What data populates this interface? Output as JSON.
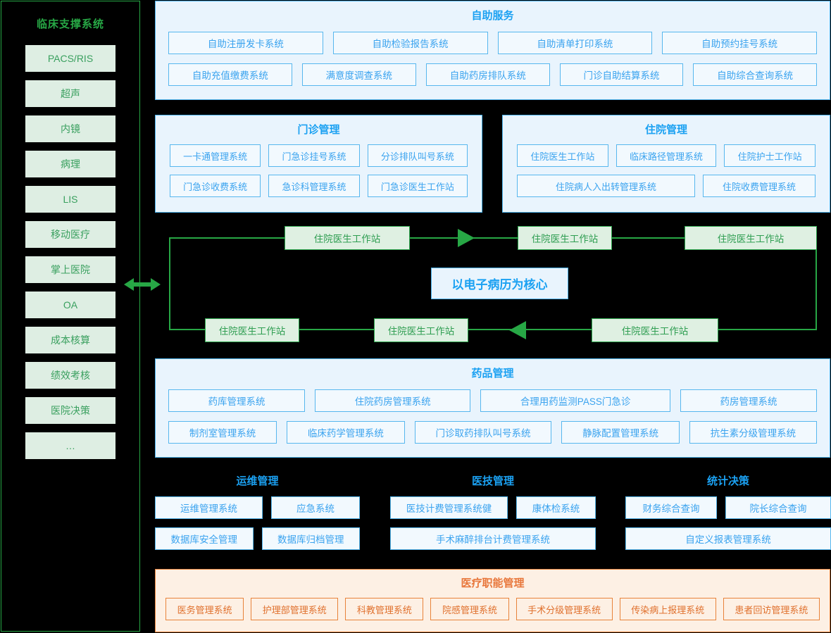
{
  "sidebar": {
    "title": "临床支撑系统",
    "items": [
      {
        "label": "PACS/RIS"
      },
      {
        "label": "超声"
      },
      {
        "label": "内镜"
      },
      {
        "label": "病理"
      },
      {
        "label": "LIS"
      },
      {
        "label": "移动医疗"
      },
      {
        "label": "掌上医院"
      },
      {
        "label": "OA"
      },
      {
        "label": "成本核算"
      },
      {
        "label": "绩效考核"
      },
      {
        "label": "医院决策"
      },
      {
        "label": "…"
      }
    ]
  },
  "connector": {
    "icon": "double-arrow-icon"
  },
  "self_service": {
    "title": "自助服务",
    "row1": [
      "自助注册发卡系统",
      "自助检验报告系统",
      "自助清单打印系统",
      "自助预约挂号系统"
    ],
    "row2": [
      "自助充值缴费系统",
      "满意度调查系统",
      "自助药房排队系统",
      "门诊自助结算系统",
      "自助综合查询系统"
    ]
  },
  "outpatient": {
    "title": "门诊管理",
    "row1": [
      "一卡通管理系统",
      "门急诊挂号系统",
      "分诊排队叫号系统"
    ],
    "row2": [
      "门急诊收费系统",
      "急诊科管理系统",
      "门急诊医生工作站"
    ]
  },
  "inpatient": {
    "title": "住院管理",
    "row1": [
      "住院医生工作站",
      "临床路径管理系统",
      "住院护士工作站"
    ],
    "row2": [
      "住院病人入出转管理系统",
      "住院收费管理系统"
    ]
  },
  "cycle": {
    "core": "以电子病历为核心",
    "nodes": [
      "住院医生工作站",
      "住院医生工作站",
      "住院医生工作站",
      "住院医生工作站",
      "住院医生工作站",
      "住院医生工作站"
    ]
  },
  "drug": {
    "title": "药品管理",
    "row1": [
      "药库管理系统",
      "住院药房管理系统",
      "合理用药监测PASS门急诊",
      "药房管理系统"
    ],
    "row2": [
      "制剂室管理系统",
      "临床药学管理系统",
      "门诊取药排队叫号系统",
      "静脉配置管理系统",
      "抗生素分级管理系统"
    ]
  },
  "ops": {
    "title": "运维管理",
    "row1": [
      "运维管理系统",
      "应急系统"
    ],
    "row2": [
      "数据库安全管理",
      "数据库归档管理"
    ]
  },
  "medtech": {
    "title": "医技管理",
    "row1": [
      "医技计费管理系统健",
      "康体检系统"
    ],
    "row2": [
      "手术麻醉排台计费管理系统"
    ]
  },
  "stats": {
    "title": "统计决策",
    "row1": [
      "财务综合查询",
      "院长综合查询"
    ],
    "row2": [
      "自定义报表管理系统"
    ]
  },
  "med_function": {
    "title": "医疗职能管理",
    "row1": [
      "医务管理系统",
      "护理部管理系统",
      "科教管理系统",
      "院感管理系统",
      "手术分级管理系统",
      "传染病上报理系统",
      "患者回访管理系统"
    ]
  },
  "colors": {
    "background": "#000000",
    "green_accent": "#27a745",
    "green_box_bg": "#deeee3",
    "blue_accent": "#1ba1f2",
    "blue_border": "#4eb3ec",
    "blue_panel_bg": "#e9f4fd",
    "orange_accent": "#e8763a",
    "orange_panel_bg": "#fdf0e4"
  }
}
